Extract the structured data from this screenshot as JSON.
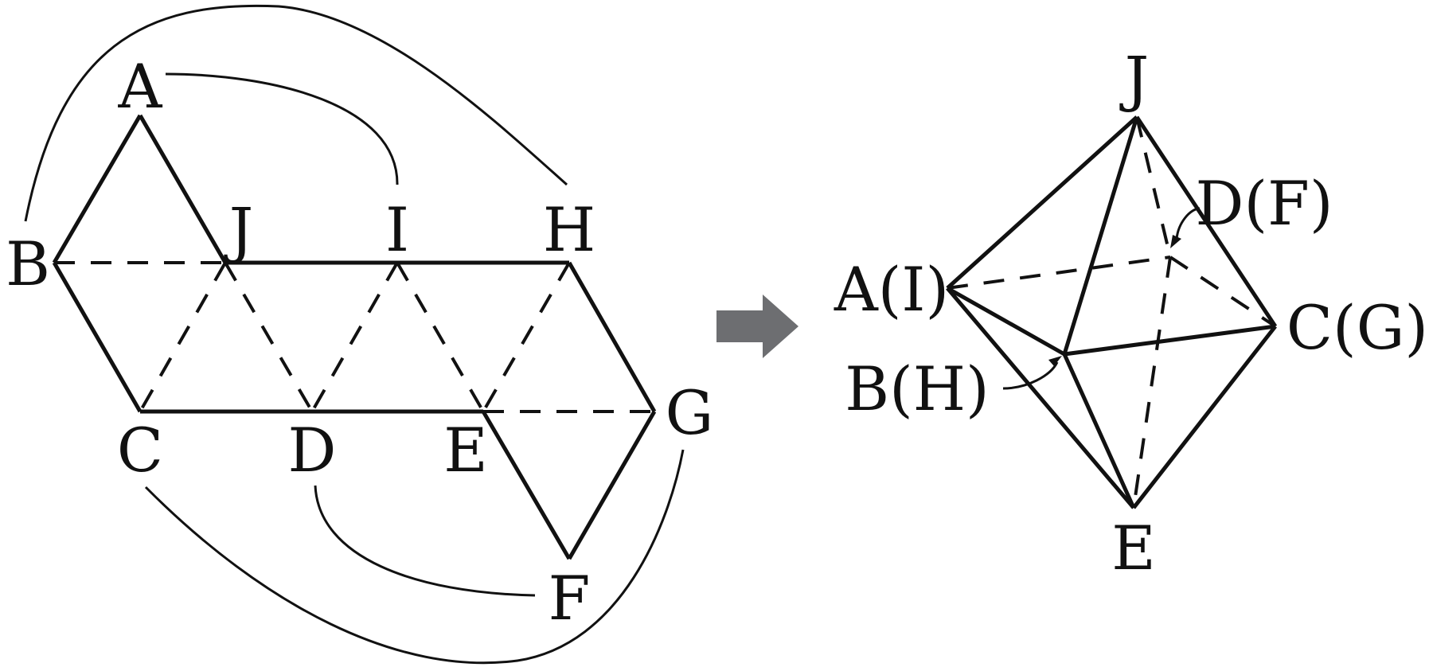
{
  "net": {
    "labels": {
      "A": "A",
      "B": "B",
      "C": "C",
      "D": "D",
      "E": "E",
      "F": "F",
      "G": "G",
      "H": "H",
      "I": "I",
      "J": "J"
    }
  },
  "octahedron": {
    "labels": {
      "J": "J",
      "AI": "A(I)",
      "DF": "D(F)",
      "CG": "C(G)",
      "BH": "B(H)",
      "E": "E"
    }
  },
  "arrow": {
    "color": "#6d6e71"
  },
  "colors": {
    "line": "#111111",
    "background": "#ffffff"
  }
}
